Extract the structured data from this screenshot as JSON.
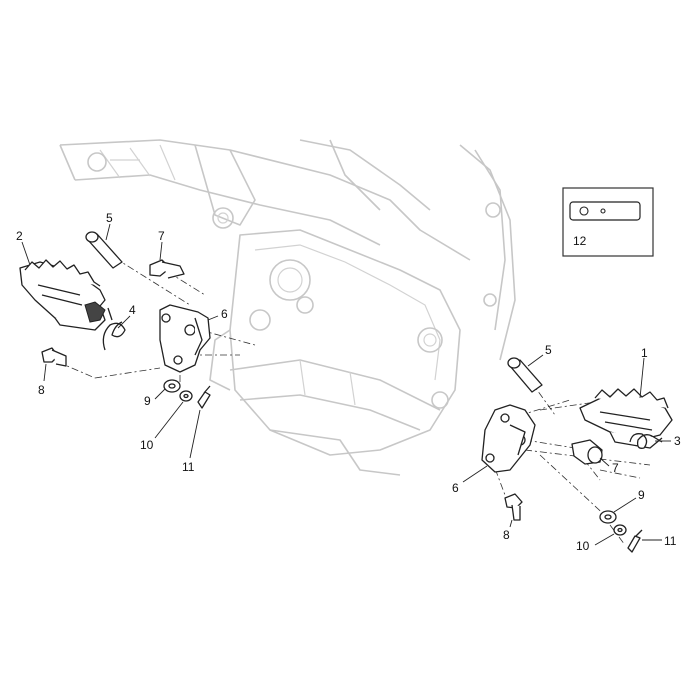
{
  "callouts": {
    "c1": "1",
    "c2": "2",
    "c3": "3",
    "c4": "4",
    "c5_left": "5",
    "c5_right": "5",
    "c6_left": "6",
    "c6_right": "6",
    "c7_left": "7",
    "c7_right": "7",
    "c8_left": "8",
    "c8_right": "8",
    "c9_left": "9",
    "c9_right": "9",
    "c10_left": "10",
    "c10_right": "10",
    "c11_left": "11",
    "c11_right": "11",
    "c12": "12"
  },
  "colors": {
    "frame": "#c7c7c7",
    "part_outline": "#222222",
    "background": "#ffffff"
  }
}
